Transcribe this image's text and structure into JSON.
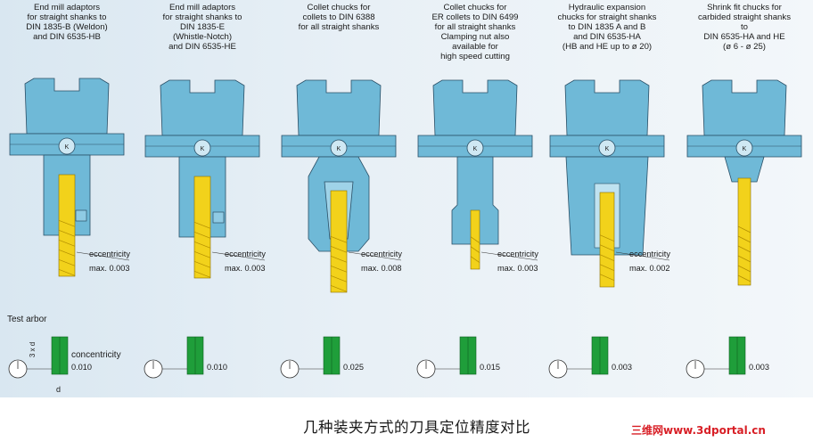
{
  "columns": [
    {
      "header": [
        "End mill adaptors",
        "for straight shanks to",
        "DIN 1835-B (Weldon)",
        "and DIN 6535-HB"
      ],
      "eccentricity_label": "eccentricity",
      "eccentricity_value": "max. 0.003",
      "test_value": "0.010"
    },
    {
      "header": [
        "End mill adaptors",
        "for straight shanks to",
        "DIN 1835-E",
        "(Whistle-Notch)",
        "and DIN 6535-HE"
      ],
      "eccentricity_label": "eccentricity",
      "eccentricity_value": "max. 0.003",
      "test_value": "0.010"
    },
    {
      "header": [
        "Collet chucks for",
        "collets to DIN 6388",
        "for all straight shanks"
      ],
      "eccentricity_label": "eccentricity",
      "eccentricity_value": "max. 0.008",
      "test_value": "0.025"
    },
    {
      "header": [
        "Collet chucks for",
        "ER collets to DIN 6499",
        "for all straight shanks",
        "Clamping nut also",
        "available for",
        "high speed cutting"
      ],
      "eccentricity_label": "eccentricity",
      "eccentricity_value": "max. 0.003",
      "test_value": "0.015"
    },
    {
      "header": [
        "Hydraulic expansion",
        "chucks for straight shanks",
        "to DIN 1835 A and B",
        "and DIN 6535-HA",
        "(HB and HE up to ø 20)"
      ],
      "eccentricity_label": "eccentricity",
      "eccentricity_value": "max. 0.002",
      "test_value": "0.003"
    },
    {
      "header": [
        "Shrink fit chucks for",
        "carbided straight shanks",
        "to",
        "DIN 6535-HA and HE",
        "(ø 6 - ø 25)"
      ],
      "eccentricity_label": "",
      "eccentricity_value": "",
      "test_value": "0.003"
    }
  ],
  "test_arbor_label": "Test arbor",
  "concentricity_label": "concentricity",
  "dim_3xd": "3 x d",
  "dim_d": "d",
  "holder_mark": "K",
  "caption": "几种装夹方式的刀具定位精度对比",
  "watermark": "三维网www.3dportal.cn",
  "colors": {
    "holder": "#6fb9d7",
    "holder_dark": "#3e8fb3",
    "tool": "#f2d21b",
    "arbor": "#1f9e3a",
    "background": "#e3edf4"
  }
}
